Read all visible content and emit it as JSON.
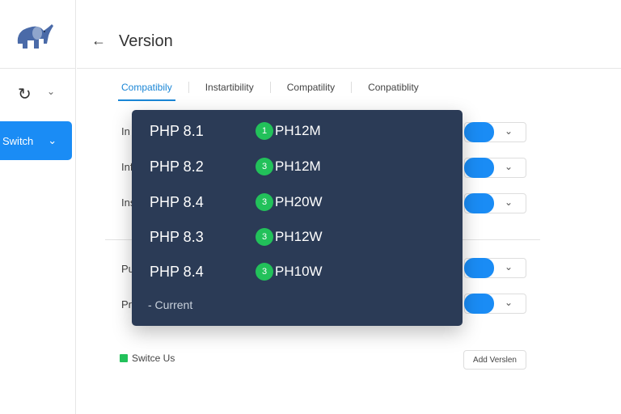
{
  "sidebar": {
    "switch_label": "Switch"
  },
  "header": {
    "title": "Version"
  },
  "tabs": [
    "Compatibily",
    "Instartibility",
    "Compatility",
    "Conpatiblity"
  ],
  "background_rows": [
    "In",
    "Inf",
    "Ins",
    "Pu",
    "Pr"
  ],
  "dropdown": {
    "options": [
      {
        "version": "PHP 8.1",
        "badge": "1",
        "code": "PH12M"
      },
      {
        "version": "PHP 8.2",
        "badge": "3",
        "code": "PH12M"
      },
      {
        "version": "PHP 8.4",
        "badge": "3",
        "code": "PH20W"
      },
      {
        "version": "PHP 8.3",
        "badge": "3",
        "code": "PH12W"
      },
      {
        "version": "PHP 8.4",
        "badge": "3",
        "code": "PH10W"
      }
    ],
    "current_label": "- Current"
  },
  "footer": {
    "status_label": "Switce Us",
    "add_button": "Add Verslen"
  },
  "colors": {
    "accent": "#1a8cf5",
    "dropdown_bg": "#2b3b56",
    "success": "#22c15a"
  }
}
